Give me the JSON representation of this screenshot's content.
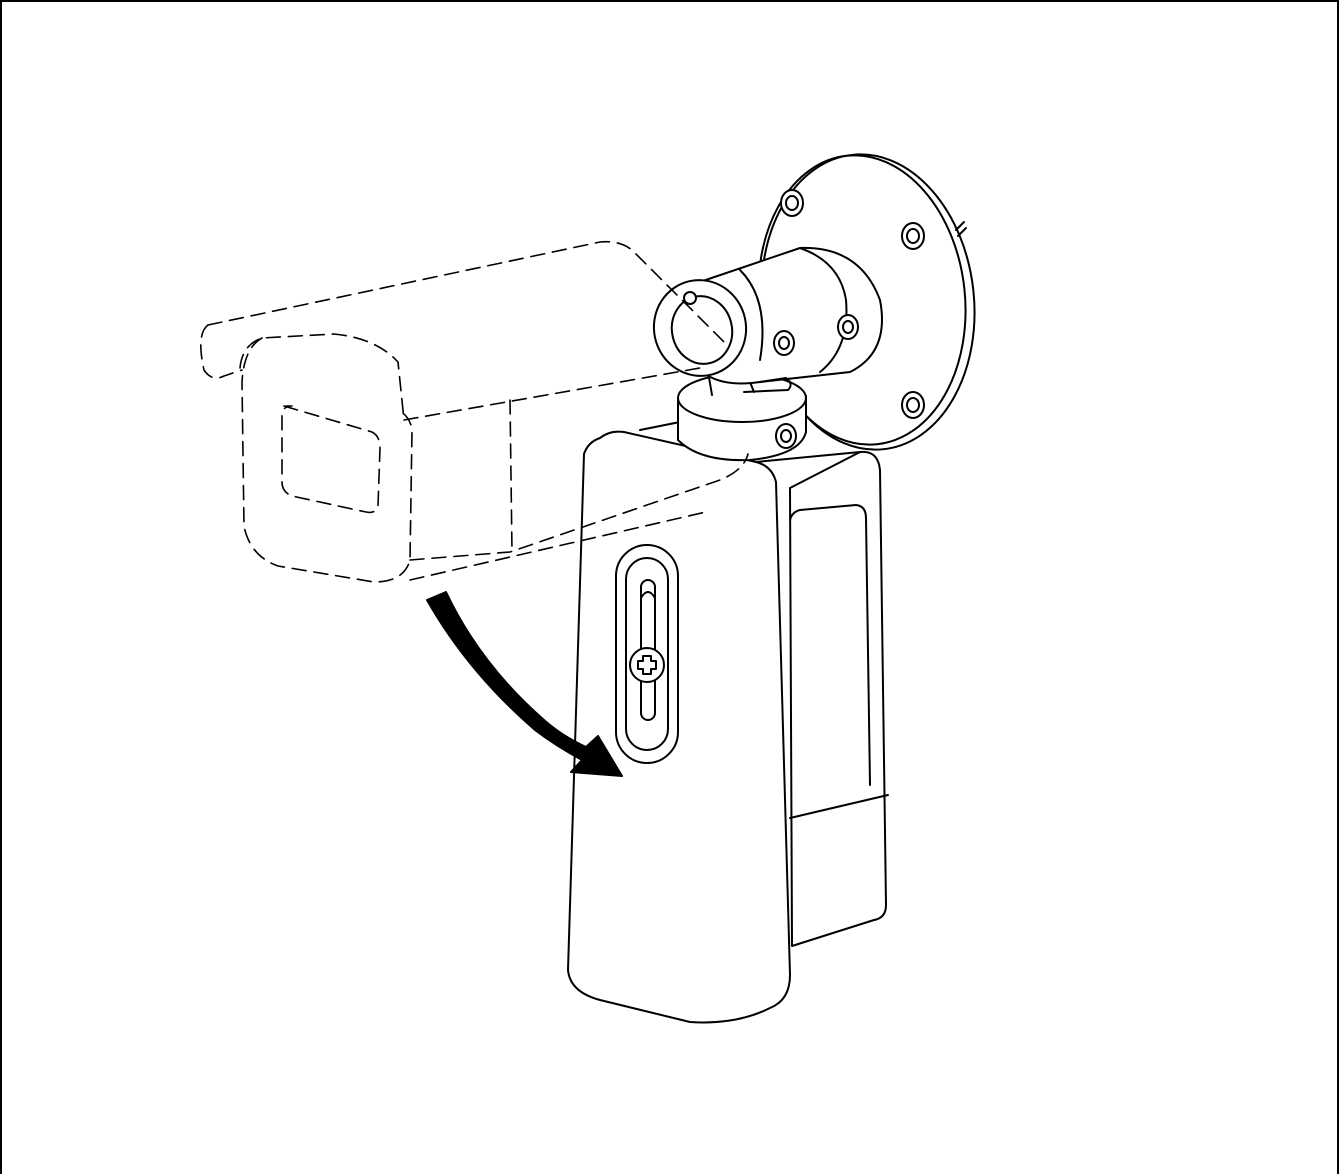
{
  "figure": {
    "description_label": "",
    "components": [
      {
        "name": "wall-mount-plate",
        "kind": "round plate with four screws"
      },
      {
        "name": "mount-arm",
        "kind": "cylindrical arm"
      },
      {
        "name": "swivel-joint",
        "kind": "ball joint with locking screw"
      },
      {
        "name": "camera-housing",
        "kind": "bullet camera shown dashed (previous position)"
      },
      {
        "name": "bracket-body",
        "kind": "rotated camera body with slotted adjustment screw"
      },
      {
        "name": "rotation-arrow",
        "kind": "curved black arrow indicating rotation direction"
      }
    ],
    "colors": {
      "line": "#000000",
      "background": "#ffffff"
    }
  }
}
